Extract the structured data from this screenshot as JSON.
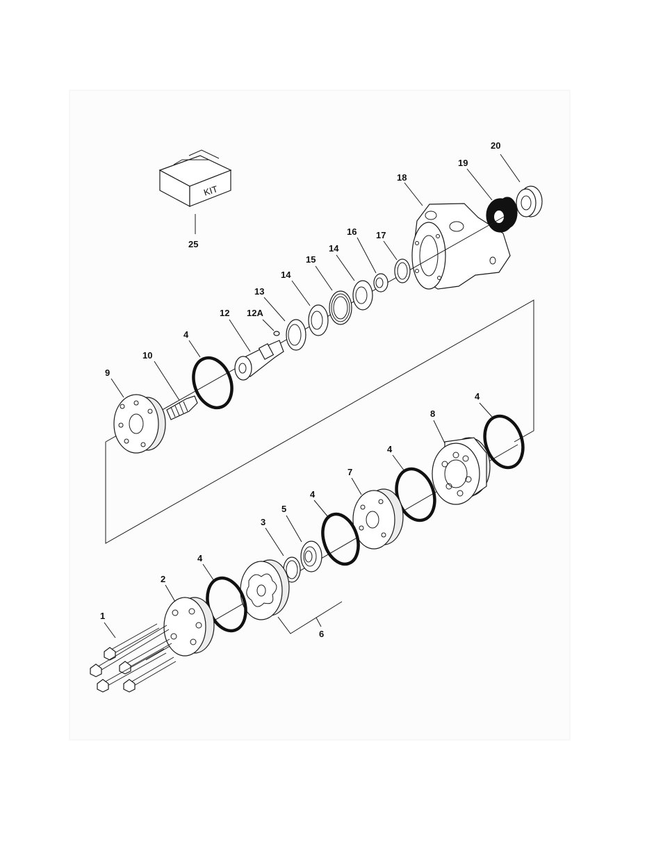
{
  "callouts": {
    "c1": "1",
    "c2": "2",
    "c3": "3",
    "c4a": "4",
    "c4b": "4",
    "c4c": "4",
    "c4d": "4",
    "c4e": "4",
    "c5": "5",
    "c6": "6",
    "c7": "7",
    "c8": "8",
    "c9": "9",
    "c10": "10",
    "c12": "12",
    "c12a": "12A",
    "c13": "13",
    "c14a": "14",
    "c14b": "14",
    "c15": "15",
    "c16": "16",
    "c17": "17",
    "c18": "18",
    "c19": "19",
    "c20": "20",
    "c25": "25"
  },
  "kit_box": {
    "text": "KIT"
  }
}
